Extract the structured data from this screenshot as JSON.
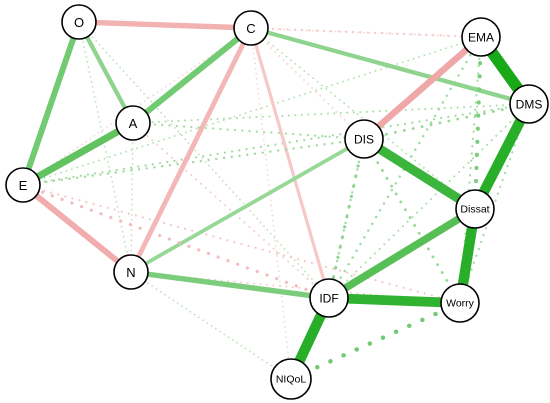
{
  "colors": {
    "positive": "#18a818",
    "negative": "#e87878",
    "node_fill": "#ffffff",
    "node_stroke": "#000000"
  },
  "nodes": [
    {
      "id": "O",
      "label": "O"
    },
    {
      "id": "C",
      "label": "C"
    },
    {
      "id": "A",
      "label": "A"
    },
    {
      "id": "E",
      "label": "E"
    },
    {
      "id": "N",
      "label": "N"
    },
    {
      "id": "EMA",
      "label": "EMA"
    },
    {
      "id": "DMS",
      "label": "DMS"
    },
    {
      "id": "DIS",
      "label": "DIS"
    },
    {
      "id": "Dissat",
      "label": "Dissat"
    },
    {
      "id": "IDF",
      "label": "IDF"
    },
    {
      "id": "Worry",
      "label": "Worry"
    },
    {
      "id": "NIQoL",
      "label": "NIQoL"
    }
  ],
  "edges": [
    {
      "from": "EMA",
      "to": "DMS",
      "sign": "positive",
      "strength": 0.95
    },
    {
      "from": "Dissat",
      "to": "Worry",
      "sign": "positive",
      "strength": 0.85
    },
    {
      "from": "DMS",
      "to": "Dissat",
      "sign": "positive",
      "strength": 0.85
    },
    {
      "from": "IDF",
      "to": "NIQoL",
      "sign": "positive",
      "strength": 0.85
    },
    {
      "from": "IDF",
      "to": "Worry",
      "sign": "positive",
      "strength": 0.8
    },
    {
      "from": "DIS",
      "to": "Dissat",
      "sign": "positive",
      "strength": 0.75
    },
    {
      "from": "IDF",
      "to": "Dissat",
      "sign": "positive",
      "strength": 0.6
    },
    {
      "from": "A",
      "to": "E",
      "sign": "positive",
      "strength": 0.55
    },
    {
      "from": "DIS",
      "to": "EMA",
      "sign": "negative",
      "strength": 0.5
    },
    {
      "from": "A",
      "to": "C",
      "sign": "positive",
      "strength": 0.45
    },
    {
      "from": "O",
      "to": "E",
      "sign": "positive",
      "strength": 0.45
    },
    {
      "from": "E",
      "to": "N",
      "sign": "negative",
      "strength": 0.45
    },
    {
      "from": "O",
      "to": "C",
      "sign": "negative",
      "strength": 0.4
    },
    {
      "from": "N",
      "to": "IDF",
      "sign": "positive",
      "strength": 0.4
    },
    {
      "from": "C",
      "to": "N",
      "sign": "negative",
      "strength": 0.35
    },
    {
      "from": "C",
      "to": "DMS",
      "sign": "positive",
      "strength": 0.3
    },
    {
      "from": "O",
      "to": "A",
      "sign": "positive",
      "strength": 0.3
    },
    {
      "from": "N",
      "to": "DIS",
      "sign": "positive",
      "strength": 0.25
    },
    {
      "from": "C",
      "to": "IDF",
      "sign": "negative",
      "strength": 0.2
    },
    {
      "from": "NIQoL",
      "to": "Worry",
      "sign": "positive",
      "strength": 0.45,
      "dotted": true
    },
    {
      "from": "EMA",
      "to": "Dissat",
      "sign": "positive",
      "strength": 0.4,
      "dotted": true
    },
    {
      "from": "IDF",
      "to": "DIS",
      "sign": "positive",
      "strength": 0.3,
      "dotted": true
    },
    {
      "from": "E",
      "to": "IDF",
      "sign": "negative",
      "strength": 0.3,
      "dotted": true
    },
    {
      "from": "C",
      "to": "EMA",
      "sign": "negative",
      "strength": 0.18,
      "dotted": true
    },
    {
      "from": "O",
      "to": "EMA",
      "sign": "negative",
      "strength": 0.12,
      "dotted": true
    },
    {
      "from": "E",
      "to": "DMS",
      "sign": "positive",
      "strength": 0.18,
      "dotted": true
    },
    {
      "from": "E",
      "to": "DIS",
      "sign": "positive",
      "strength": 0.2,
      "dotted": true
    },
    {
      "from": "A",
      "to": "DIS",
      "sign": "positive",
      "strength": 0.18,
      "dotted": true
    },
    {
      "from": "A",
      "to": "DMS",
      "sign": "positive",
      "strength": 0.15,
      "dotted": true
    },
    {
      "from": "E",
      "to": "Worry",
      "sign": "negative",
      "strength": 0.18,
      "dotted": true
    },
    {
      "from": "N",
      "to": "Worry",
      "sign": "negative",
      "strength": 0.15,
      "dotted": true
    },
    {
      "from": "A",
      "to": "IDF",
      "sign": "negative",
      "strength": 0.15,
      "dotted": true
    },
    {
      "from": "DIS",
      "to": "Worry",
      "sign": "positive",
      "strength": 0.25,
      "dotted": true
    },
    {
      "from": "DIS",
      "to": "IDF",
      "sign": "positive",
      "strength": 0.2,
      "dotted": true
    },
    {
      "from": "EMA",
      "to": "Worry",
      "sign": "positive",
      "strength": 0.18,
      "dotted": true
    },
    {
      "from": "DMS",
      "to": "Worry",
      "sign": "positive",
      "strength": 0.18,
      "dotted": true
    },
    {
      "from": "DMS",
      "to": "IDF",
      "sign": "positive",
      "strength": 0.15,
      "dotted": true
    },
    {
      "from": "C",
      "to": "Dissat",
      "sign": "positive",
      "strength": 0.12,
      "dotted": true
    },
    {
      "from": "O",
      "to": "N",
      "sign": "positive",
      "strength": 0.1,
      "dotted": true
    },
    {
      "from": "O",
      "to": "IDF",
      "sign": "positive",
      "strength": 0.1,
      "dotted": true
    },
    {
      "from": "E",
      "to": "EMA",
      "sign": "positive",
      "strength": 0.12,
      "dotted": true
    },
    {
      "from": "N",
      "to": "NIQoL",
      "sign": "positive",
      "strength": 0.1,
      "dotted": true
    },
    {
      "from": "A",
      "to": "N",
      "sign": "positive",
      "strength": 0.1,
      "dotted": true
    },
    {
      "from": "E",
      "to": "C",
      "sign": "negative",
      "strength": 0.1,
      "dotted": true
    },
    {
      "from": "C",
      "to": "DIS",
      "sign": "negative",
      "strength": 0.12,
      "dotted": true
    },
    {
      "from": "C",
      "to": "NIQoL",
      "sign": "negative",
      "strength": 0.1,
      "dotted": true
    },
    {
      "from": "IDF",
      "to": "EMA",
      "sign": "positive",
      "strength": 0.2,
      "dotted": true
    },
    {
      "from": "DMS",
      "to": "DIS",
      "sign": "positive",
      "strength": 0.25,
      "dotted": true
    }
  ]
}
